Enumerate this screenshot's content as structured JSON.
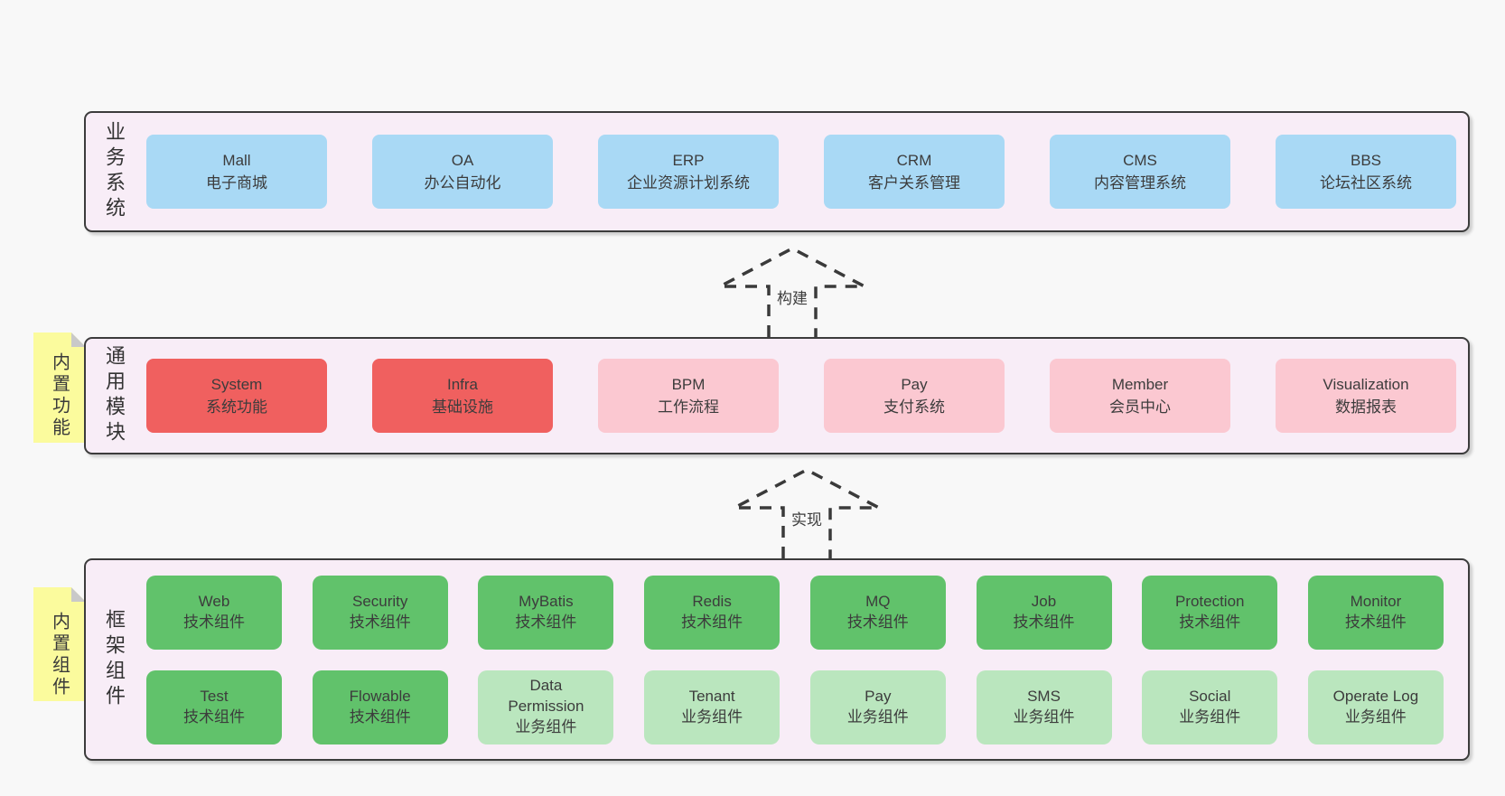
{
  "colors": {
    "page_background": "#f8f8f8",
    "band_background": "#f8edf7",
    "band_border": "#3c3c3c",
    "box_blue": "#a9d9f5",
    "box_red": "#f0605f",
    "box_pink": "#fbc8d1",
    "box_green": "#61c26b",
    "box_green_light": "#bae6be",
    "sticky_yellow": "#fbfb9d",
    "sticky_fold_gray": "#c9c9c9",
    "text": "#3c3c3c"
  },
  "arrows": [
    {
      "label": "构建"
    },
    {
      "label": "实现"
    }
  ],
  "bands": [
    {
      "label": "业务系统",
      "boxes": [
        {
          "name": "Mall",
          "subtitle": "电子商城",
          "variant": "blue"
        },
        {
          "name": "OA",
          "subtitle": "办公自动化",
          "variant": "blue"
        },
        {
          "name": "ERP",
          "subtitle": "企业资源计划系统",
          "variant": "blue"
        },
        {
          "name": "CRM",
          "subtitle": "客户关系管理",
          "variant": "blue"
        },
        {
          "name": "CMS",
          "subtitle": "内容管理系统",
          "variant": "blue"
        },
        {
          "name": "BBS",
          "subtitle": "论坛社区系统",
          "variant": "blue"
        }
      ]
    },
    {
      "label": "通用模块",
      "sticky": "内置功能",
      "boxes": [
        {
          "name": "System",
          "subtitle": "系统功能",
          "variant": "red"
        },
        {
          "name": "Infra",
          "subtitle": "基础设施",
          "variant": "red"
        },
        {
          "name": "BPM",
          "subtitle": "工作流程",
          "variant": "pink"
        },
        {
          "name": "Pay",
          "subtitle": "支付系统",
          "variant": "pink"
        },
        {
          "name": "Member",
          "subtitle": "会员中心",
          "variant": "pink"
        },
        {
          "name": "Visualization",
          "subtitle": "数据报表",
          "variant": "pink"
        }
      ]
    },
    {
      "label": "框架组件",
      "sticky": "内置组件",
      "rows": [
        [
          {
            "name": "Web",
            "subtitle": "技术组件",
            "variant": "green"
          },
          {
            "name": "Security",
            "subtitle": "技术组件",
            "variant": "green"
          },
          {
            "name": "MyBatis",
            "subtitle": "技术组件",
            "variant": "green"
          },
          {
            "name": "Redis",
            "subtitle": "技术组件",
            "variant": "green"
          },
          {
            "name": "MQ",
            "subtitle": "技术组件",
            "variant": "green"
          },
          {
            "name": "Job",
            "subtitle": "技术组件",
            "variant": "green"
          },
          {
            "name": "Protection",
            "subtitle": "技术组件",
            "variant": "green"
          },
          {
            "name": "Monitor",
            "subtitle": "技术组件",
            "variant": "green"
          }
        ],
        [
          {
            "name": "Test",
            "subtitle": "技术组件",
            "variant": "green"
          },
          {
            "name": "Flowable",
            "subtitle": "技术组件",
            "variant": "green"
          },
          {
            "name": "Data Permission",
            "subtitle": "业务组件",
            "variant": "green-light"
          },
          {
            "name": "Tenant",
            "subtitle": "业务组件",
            "variant": "green-light"
          },
          {
            "name": "Pay",
            "subtitle": "业务组件",
            "variant": "green-light"
          },
          {
            "name": "SMS",
            "subtitle": "业务组件",
            "variant": "green-light"
          },
          {
            "name": "Social",
            "subtitle": "业务组件",
            "variant": "green-light"
          },
          {
            "name": "Operate Log",
            "subtitle": "业务组件",
            "variant": "green-light"
          }
        ]
      ]
    }
  ]
}
